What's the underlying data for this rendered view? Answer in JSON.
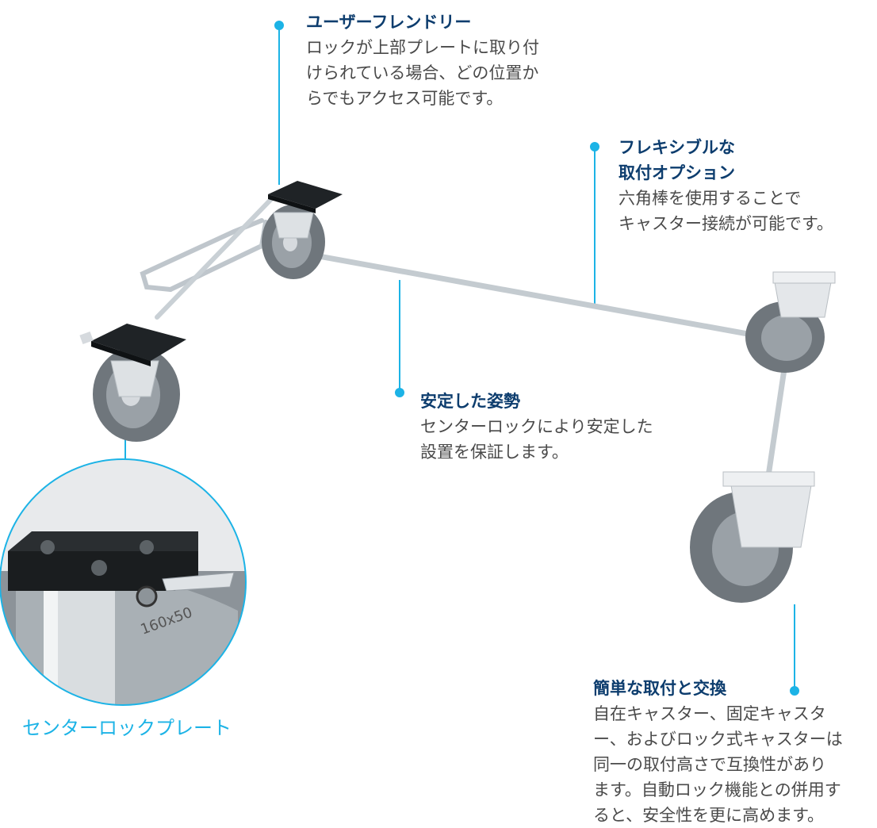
{
  "colors": {
    "accent": "#1cb3e6",
    "title": "#0d3d6e",
    "text": "#4a4a4a",
    "frame": "#cfd5da",
    "plate": "#1f2326",
    "tire": "#6f767c"
  },
  "callouts": {
    "user_friendly": {
      "title": "ユーザーフレンドリー",
      "lines": [
        "ロックが上部プレートに取り付",
        "けられている場合、どの位置か",
        "らでもアクセス可能です。"
      ]
    },
    "flexible": {
      "title_lines": [
        "フレキシブルな",
        "取付オプション"
      ],
      "lines": [
        "六角棒を使用することで",
        "キャスター接続が可能です。"
      ]
    },
    "stable": {
      "title": "安定した姿勢",
      "lines": [
        "センターロックにより安定した",
        "設置を保証します。"
      ]
    },
    "easy": {
      "title": "簡単な取付と交換",
      "lines": [
        "自在キャスター、固定キャスタ",
        "ー、およびロック式キャスターは",
        "同一の取付高さで互換性があり",
        "ます。自動ロック機能との併用す",
        "ると、安全性を更に高めます。"
      ]
    }
  },
  "detail": {
    "caption": "センターロックプレート",
    "wheel_marking": "160x50"
  }
}
